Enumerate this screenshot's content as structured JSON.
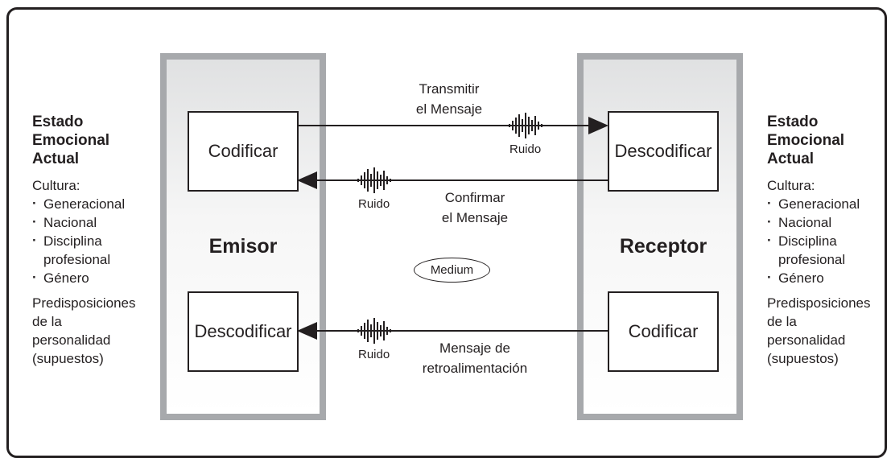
{
  "emisor": {
    "label": "Emisor",
    "encode": "Codificar",
    "decode": "Descodificar"
  },
  "receptor": {
    "label": "Receptor",
    "encode": "Codificar",
    "decode": "Descodificar"
  },
  "messages": {
    "transmit": [
      "Transmitir",
      "el Mensaje"
    ],
    "confirm": [
      "Confirmar",
      "el Mensaje"
    ],
    "feedback": [
      "Mensaje de",
      "retroalimentación"
    ]
  },
  "noise_label": "Ruido",
  "medium": "Medium",
  "side_left": {
    "title": [
      "Estado",
      "Emocional",
      "Actual"
    ],
    "culture": "Cultura:",
    "items": [
      "Generacional",
      "Nacional",
      "Disciplina profesional",
      "Género"
    ],
    "predis": [
      "Predisposiciones",
      "de la",
      "personalidad",
      "(supuestos)"
    ]
  },
  "side_right": {
    "title": [
      "Estado",
      "Emocional",
      "Actual"
    ],
    "culture": "Cultura:",
    "items": [
      "Generacional",
      "Nacional",
      "Disciplina profesional",
      "Género"
    ],
    "predis": [
      "Predisposiciones",
      "de la",
      "personalidad",
      "(supuestos)"
    ]
  }
}
